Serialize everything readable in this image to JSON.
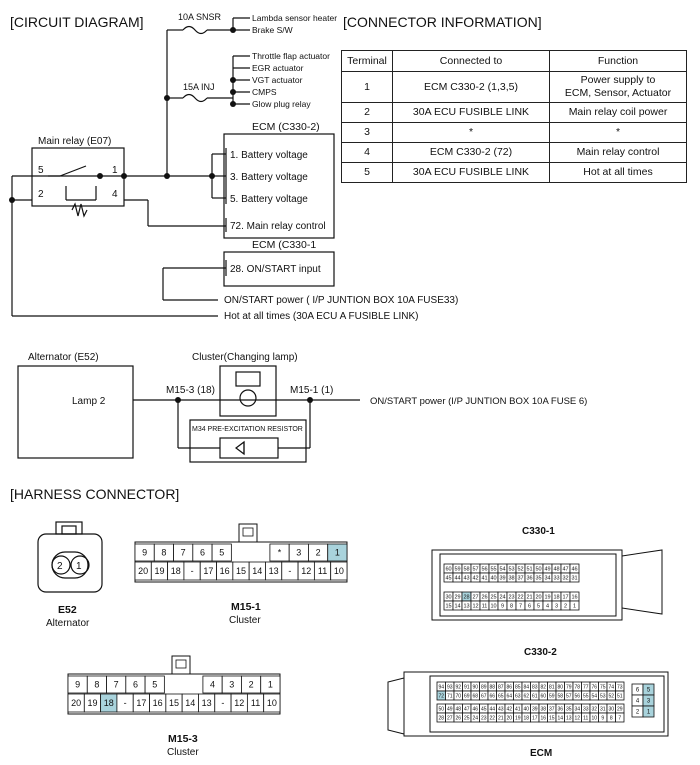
{
  "titles": {
    "circuit": "[CIRCUIT DIAGRAM]",
    "connector": "[CONNECTOR INFORMATION]",
    "harness": "[HARNESS CONNECTOR]"
  },
  "circuit": {
    "fuse_snsr": "10A  SNSR",
    "fuse_inj": "15A INJ",
    "snsr_loads": [
      "Lambda sensor heater",
      "Brake S/W"
    ],
    "inj_loads": [
      "Throttle flap actuator",
      "EGR actuator",
      "VGT actuator",
      "CMPS",
      "Glow plug relay"
    ],
    "main_relay": "Main relay (E07)",
    "relay_pins": [
      "5",
      "1",
      "2",
      "4"
    ],
    "ecm_c330_2": "ECM (C330-2)",
    "ecm_pins": [
      "1. Battery voltage",
      "3. Battery voltage",
      "5. Battery voltage",
      "72. Main relay control"
    ],
    "ecm_c330_1": "ECM (C330-1",
    "ecm_c330_1_pin": "28. ON/START input",
    "on_start_power": "ON/START power ( I/P JUNTION BOX 10A FUSE33)",
    "hot_at_all_times": "Hot at all times (30A ECU A FUSIBLE LINK)",
    "alternator": "Alternator (E52)",
    "lamp": "Lamp 2",
    "cluster": "Cluster(Changing lamp)",
    "m15_3_pin": "M15-3 (18)",
    "m15_1_pin": "M15-1 (1)",
    "resistor": "M34 PRE-EXCITATION RESISTOR",
    "on_start_power_fuse6": "ON/START power (I/P JUNTION BOX 10A FUSE 6)"
  },
  "connector_table": {
    "headers": [
      "Terminal",
      "Connected to",
      "Function"
    ],
    "rows": [
      [
        "1",
        "ECM C330-2 (1,3,5)",
        "Power supply to\nECM, Sensor, Actuator"
      ],
      [
        "2",
        "30A ECU FUSIBLE LINK",
        "Main relay coil power"
      ],
      [
        "3",
        "*",
        "*"
      ],
      [
        "4",
        "ECM C330-2 (72)",
        "Main relay control"
      ],
      [
        "5",
        "30A ECU FUSIBLE LINK",
        "Hot at all times"
      ]
    ]
  },
  "harness": {
    "e52_pins": [
      "2",
      "1"
    ],
    "e52_code": "E52",
    "e52_name": "Alternator",
    "m15_1_top": [
      "9",
      "8",
      "7",
      "6",
      "5",
      "",
      "",
      "*",
      "3",
      "2",
      "1"
    ],
    "m15_1_bottom": [
      "20",
      "19",
      "18",
      "-",
      "17",
      "16",
      "15",
      "14",
      "13",
      "-",
      "12",
      "11",
      "10"
    ],
    "m15_1_code": "M15-1",
    "m15_1_name": "Cluster",
    "m15_3_top": [
      "9",
      "8",
      "7",
      "6",
      "5",
      "",
      "",
      "4",
      "3",
      "2",
      "1"
    ],
    "m15_3_bottom": [
      "20",
      "19",
      "18",
      "-",
      "17",
      "16",
      "15",
      "14",
      "13",
      "-",
      "12",
      "11",
      "10"
    ],
    "m15_3_code": "M15-3",
    "m15_3_name": "Cluster",
    "c330_1": "C330-1",
    "c330_1_rows": [
      [
        "60",
        "59",
        "58",
        "57",
        "56",
        "55",
        "54",
        "53",
        "52",
        "51",
        "50",
        "49",
        "48",
        "47",
        "46"
      ],
      [
        "45",
        "44",
        "43",
        "42",
        "41",
        "40",
        "39",
        "38",
        "37",
        "36",
        "35",
        "34",
        "33",
        "32",
        "31"
      ],
      [
        "30",
        "29",
        "28",
        "27",
        "26",
        "25",
        "24",
        "23",
        "22",
        "21",
        "20",
        "19",
        "18",
        "17",
        "16"
      ],
      [
        "15",
        "14",
        "13",
        "12",
        "11",
        "10",
        "9",
        "8",
        "7",
        "6",
        "5",
        "4",
        "3",
        "2",
        "1"
      ]
    ],
    "c330_2": "C330-2",
    "c330_2_rows": [
      [
        "94",
        "93",
        "92",
        "91",
        "90",
        "89",
        "88",
        "87",
        "86",
        "85",
        "84",
        "83",
        "82",
        "81",
        "80",
        "79",
        "78",
        "77",
        "76",
        "75",
        "74",
        "73"
      ],
      [
        "72",
        "71",
        "70",
        "69",
        "68",
        "67",
        "66",
        "65",
        "64",
        "63",
        "62",
        "61",
        "60",
        "59",
        "58",
        "57",
        "56",
        "55",
        "54",
        "53",
        "52",
        "51"
      ],
      [
        "50",
        "49",
        "48",
        "47",
        "46",
        "45",
        "44",
        "43",
        "42",
        "41",
        "40",
        "39",
        "38",
        "37",
        "36",
        "35",
        "34",
        "33",
        "32",
        "31",
        "30",
        "29"
      ],
      [
        "28",
        "27",
        "26",
        "25",
        "24",
        "23",
        "22",
        "21",
        "20",
        "19",
        "18",
        "17",
        "16",
        "15",
        "14",
        "13",
        "12",
        "11",
        "10",
        "9",
        "8",
        "7"
      ]
    ],
    "c330_2_side": [
      [
        "6",
        "5"
      ],
      [
        "4",
        "3"
      ],
      [
        "2",
        "1"
      ]
    ],
    "ecm": "ECM"
  },
  "colors": {
    "highlight": "#a9d3dc",
    "line": "#111111"
  }
}
